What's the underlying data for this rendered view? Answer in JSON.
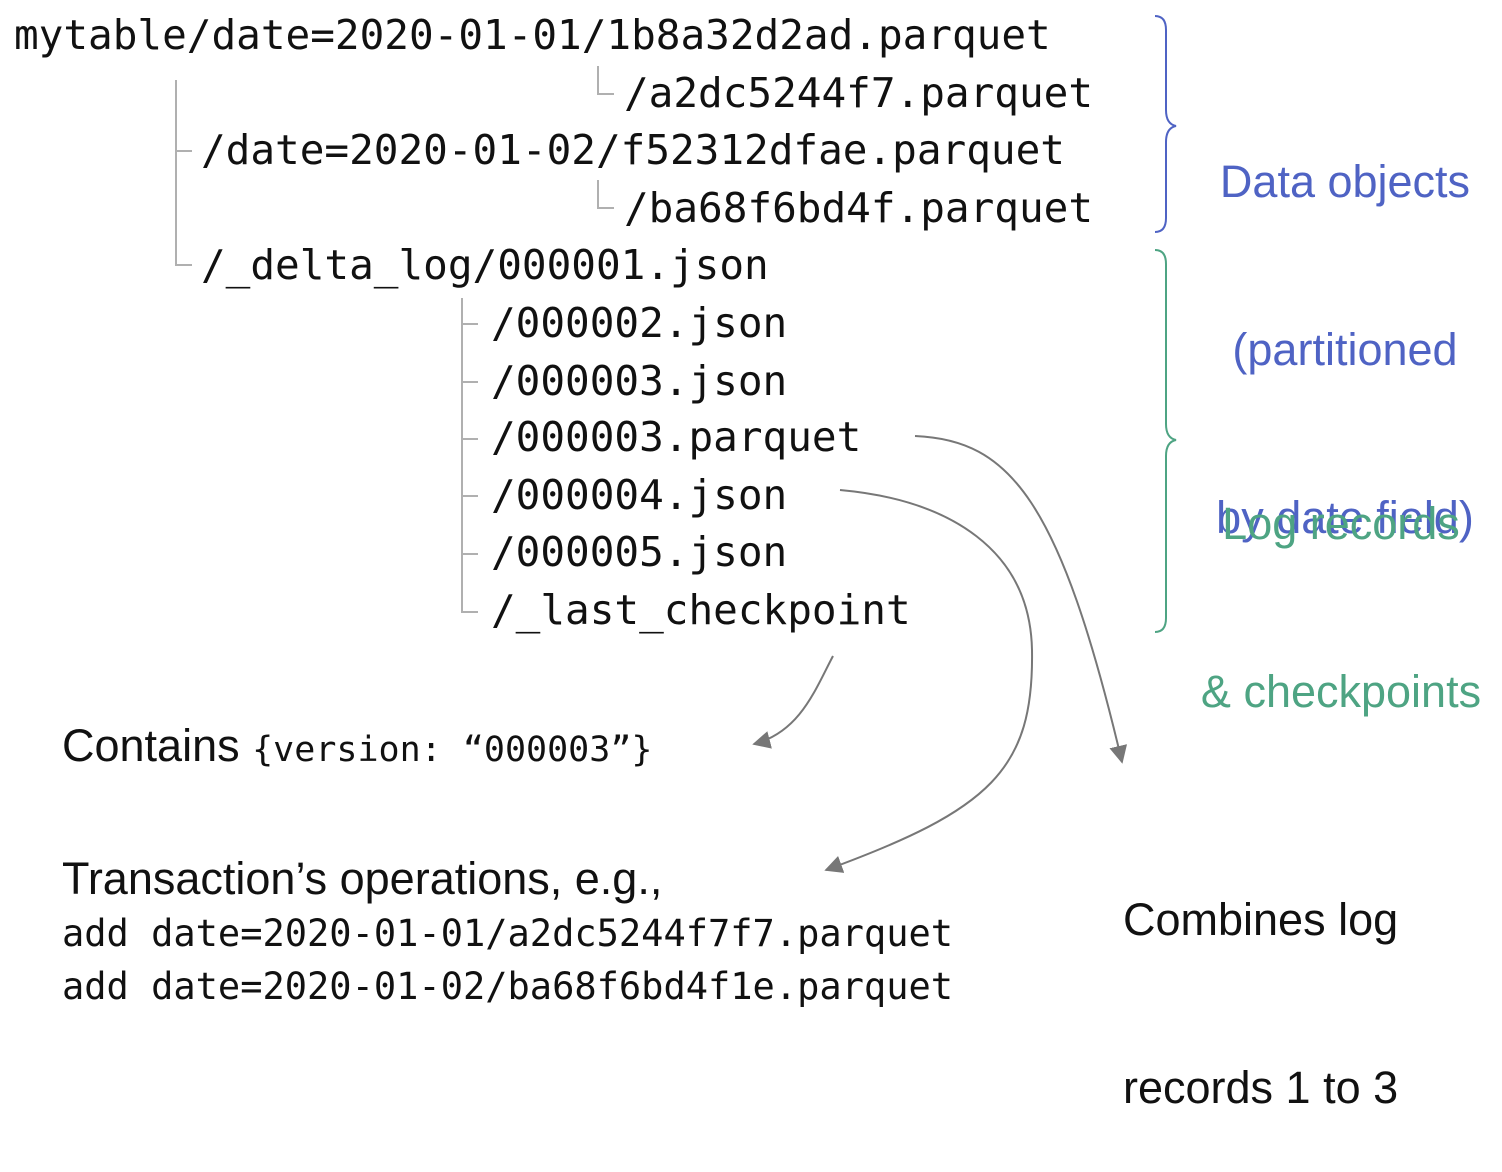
{
  "tree": {
    "root_path": "mytable/date=2020-01-01/1b8a32d2ad.parquet",
    "file_a2dc": "/a2dc5244f7.parquet",
    "date2_path": "/date=2020-01-02/f52312dfae.parquet",
    "file_ba68": "/ba68f6bd4f.parquet",
    "delta_log": "/_delta_log/000001.json",
    "log_files": [
      "/000002.json",
      "/000003.json",
      "/000003.parquet",
      "/000004.json",
      "/000005.json",
      "/_last_checkpoint"
    ]
  },
  "labels": {
    "data_objects": [
      "Data objects",
      "(partitioned",
      "by date field)"
    ],
    "log_records": [
      "Log records",
      "& checkpoints"
    ]
  },
  "notes": {
    "contains_prefix": "Contains ",
    "contains_code": "{version: “000003”}",
    "transaction_title": "Transaction’s operations, e.g.,",
    "transaction_ops": [
      "add date=2020-01-01/a2dc5244f7f7.parquet",
      "add date=2020-01-02/ba68f6bd4f1e.parquet"
    ],
    "combines": [
      "Combines log",
      "records 1 to 3"
    ]
  },
  "colors": {
    "data_objects": "#4f63c4",
    "log_records": "#4ea483",
    "tree_lines": "#b0b0b0",
    "arrows": "#777777"
  }
}
